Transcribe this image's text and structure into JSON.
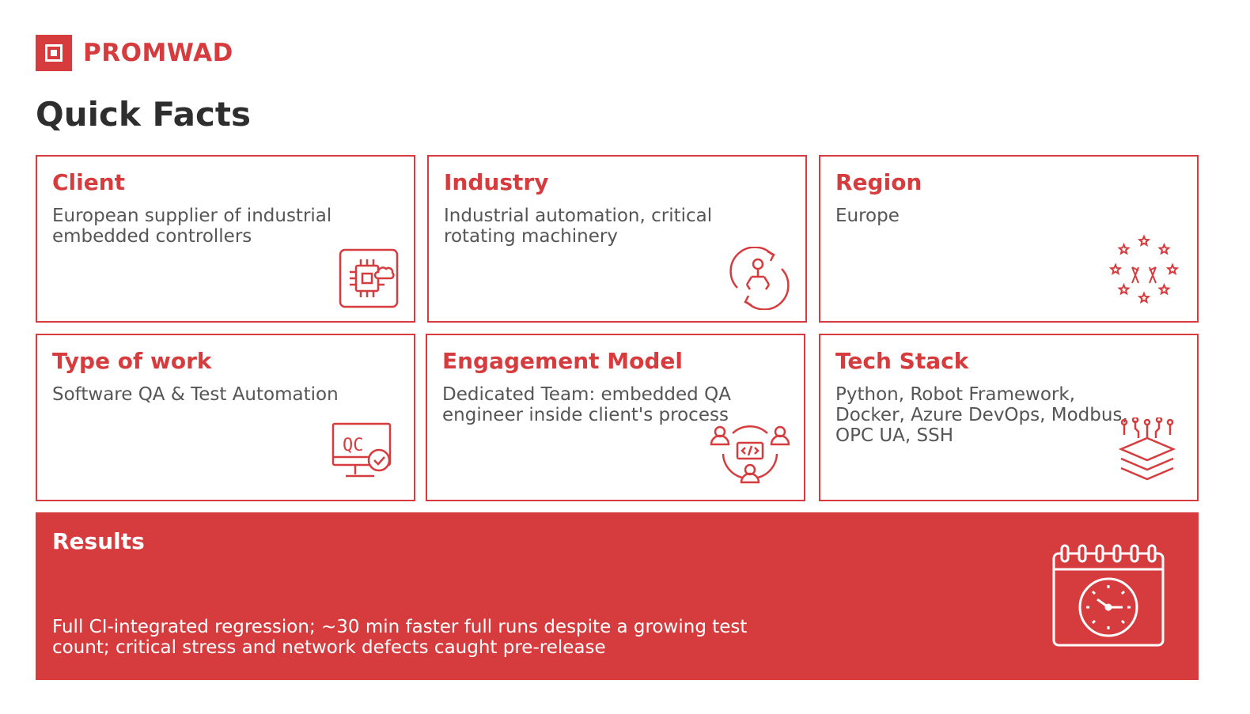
{
  "brand": {
    "name": "PROMWAD",
    "color": "#d63c3e"
  },
  "page": {
    "title": "Quick Facts"
  },
  "cards": [
    {
      "title": "Client",
      "body": "European supplier of industrial embedded controllers",
      "icon": "chip-cloud-icon"
    },
    {
      "title": "Industry",
      "body": "Industrial automation, critical rotating machinery",
      "icon": "robot-arm-cycle-icon"
    },
    {
      "title": "Region",
      "body": "Europe",
      "icon": "eu-stars-icon"
    },
    {
      "title": "Type of work",
      "body": "Software QA & Test Automation",
      "icon": "qc-monitor-icon"
    },
    {
      "title": "Engagement Model",
      "body": "Dedicated Team: embedded QA engineer inside client's process",
      "icon": "team-code-icon"
    },
    {
      "title": "Tech Stack",
      "body": "Python, Robot Framework, Docker, Azure DevOps, Modbus, OPC UA, SSH",
      "icon": "layers-stack-icon"
    }
  ],
  "results": {
    "title": "Results",
    "body": "Full CI-integrated regression; ~30 min faster full runs despite a growing test count; critical stress and network defects caught pre-release",
    "icon": "calendar-clock-icon"
  }
}
